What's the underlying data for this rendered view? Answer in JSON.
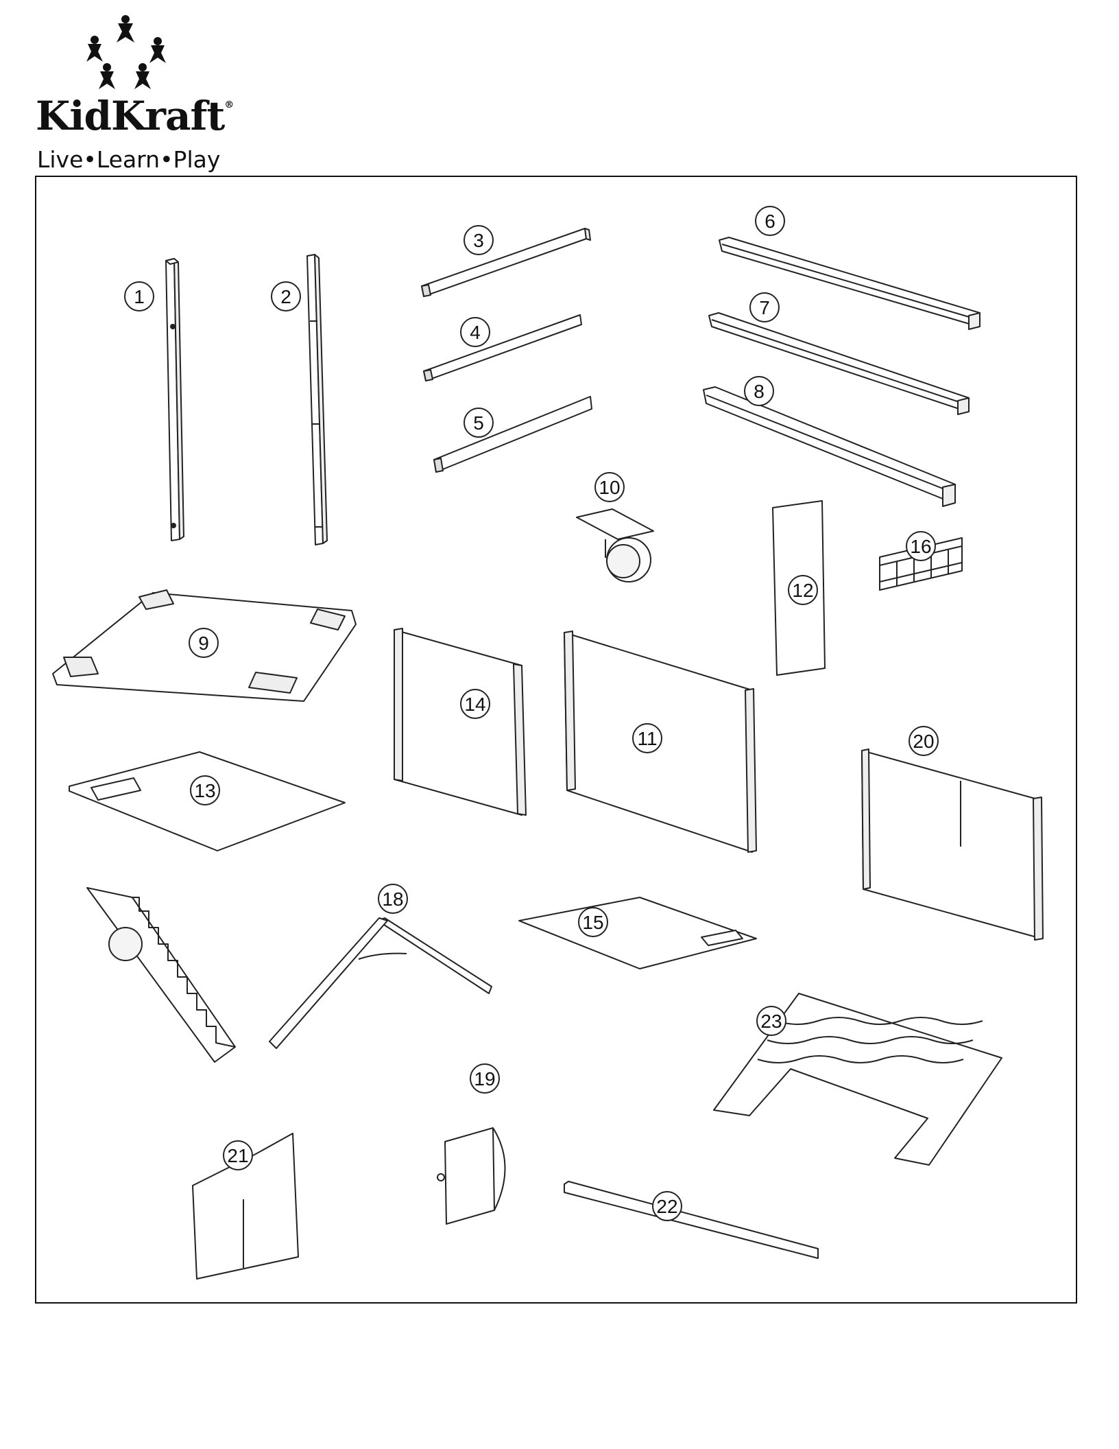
{
  "brand": {
    "name": "KidKraft",
    "registered_mark": "®",
    "tagline": "Live•Learn•Play"
  },
  "parts": [
    {
      "number": "1"
    },
    {
      "number": "2"
    },
    {
      "number": "3"
    },
    {
      "number": "4"
    },
    {
      "number": "5"
    },
    {
      "number": "6"
    },
    {
      "number": "7"
    },
    {
      "number": "8"
    },
    {
      "number": "9"
    },
    {
      "number": "10"
    },
    {
      "number": "11"
    },
    {
      "number": "12"
    },
    {
      "number": "13"
    },
    {
      "number": "14"
    },
    {
      "number": "15"
    },
    {
      "number": "16"
    },
    {
      "number": "18"
    },
    {
      "number": "19"
    },
    {
      "number": "20"
    },
    {
      "number": "21"
    },
    {
      "number": "22"
    },
    {
      "number": "23"
    }
  ]
}
